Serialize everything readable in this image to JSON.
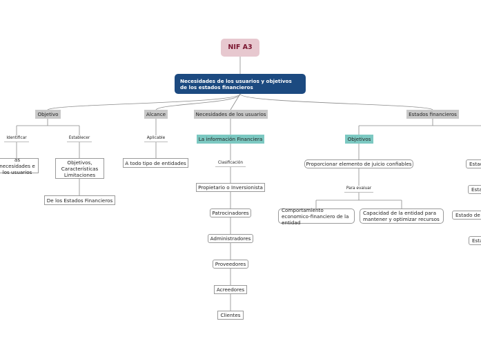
{
  "root": "NIF A3",
  "main": "Necesidades de los usuarios y objetivos de los estados financieros",
  "branches": {
    "objetivo": {
      "label": "Objetivo",
      "identificar": "Identificar",
      "identificar_child": "as necesidades e los usuarios",
      "establecer": "Establecer",
      "establecer_child": "Objetivos, Características Limitaciones",
      "establecer_grandchild": "De los Estados Financieros"
    },
    "alcance": {
      "label": "Alcance",
      "aplicable": "Aplicable",
      "child": "A todo tipo de entidades"
    },
    "necesidades": {
      "label": "Necesidades de los usuarios",
      "info": "La información Financiera",
      "clasificacion": "Clasificación",
      "items": [
        "Propietario o Inversionista",
        "Patrocinadores",
        "Administradores",
        "Proveedores",
        "Acreedores",
        "Clientes"
      ]
    },
    "estados": {
      "label": "Estados financieros",
      "objetivos": "Objetivos",
      "proporcionar": "Proporcionar elemento de juicio confiables",
      "para_evaluar": "Para evaluar",
      "comportamiento": "Comportamiento economico-financiero de la entidad",
      "capacidad": "Capacidad de la entidad para mantener y optimizar recursos",
      "right_items": [
        "Estac",
        "Esta",
        "Estado de",
        "Esta"
      ]
    }
  }
}
